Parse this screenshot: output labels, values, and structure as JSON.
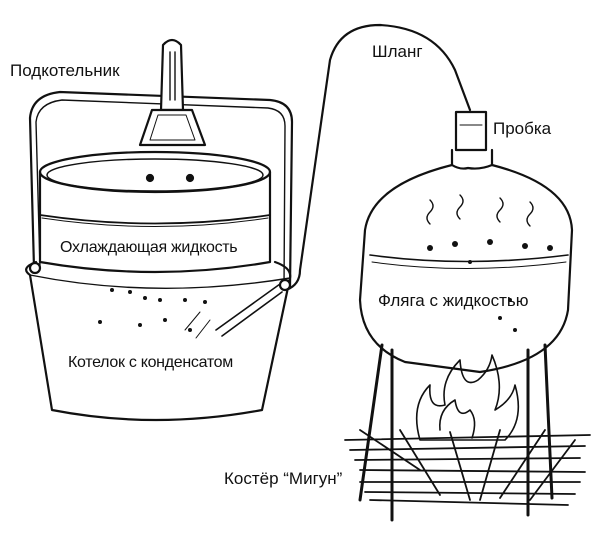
{
  "labels": {
    "lid_handle": "Подкотельник",
    "hose": "Шланг",
    "stopper": "Пробка",
    "coolant": "Охлаждающая жидкость",
    "flask": "Фляга с жидкостью",
    "pot": "Котелок с конденсатом",
    "fire": "Костёр “Мигун”"
  }
}
